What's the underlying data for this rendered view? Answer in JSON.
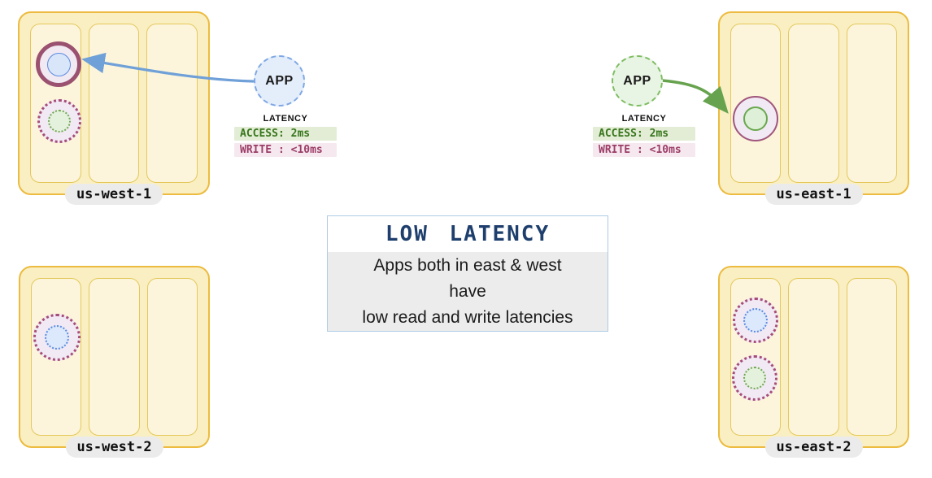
{
  "regions": [
    {
      "id": "us-west-1",
      "label": "us-west-1"
    },
    {
      "id": "us-east-1",
      "label": "us-east-1"
    },
    {
      "id": "us-west-2",
      "label": "us-west-2"
    },
    {
      "id": "us-east-2",
      "label": "us-east-2"
    }
  ],
  "apps": {
    "west": {
      "label": "APP"
    },
    "east": {
      "label": "APP"
    }
  },
  "latency_west": {
    "title": "LATENCY",
    "access": "ACCESS: 2ms",
    "write": "WRITE : <10ms"
  },
  "latency_east": {
    "title": "LATENCY",
    "access": "ACCESS: 2ms",
    "write": "WRITE : <10ms"
  },
  "callout": {
    "title": "LOW LATENCY",
    "lines": [
      "Apps both in east & west",
      "have",
      "low read and write latencies"
    ]
  },
  "colors": {
    "region_border": "#ecbb3f",
    "region_fill": "#faefc2",
    "column_fill": "#fcf5db",
    "replica_ring": "#9b5170",
    "replica_dotted": "#a64d79",
    "blue_node": "#5e8be0",
    "green_node": "#6aa84f",
    "app_blue_border": "#7fa7e3",
    "app_green_border": "#7fbd63",
    "access_text": "#38761d",
    "access_bg": "#e3edd5",
    "write_text": "#9c3d67",
    "write_bg": "#f5e8ef",
    "title_navy": "#1e3f6d",
    "arrow_blue": "#6fa0d8",
    "arrow_green": "#67a34e"
  }
}
